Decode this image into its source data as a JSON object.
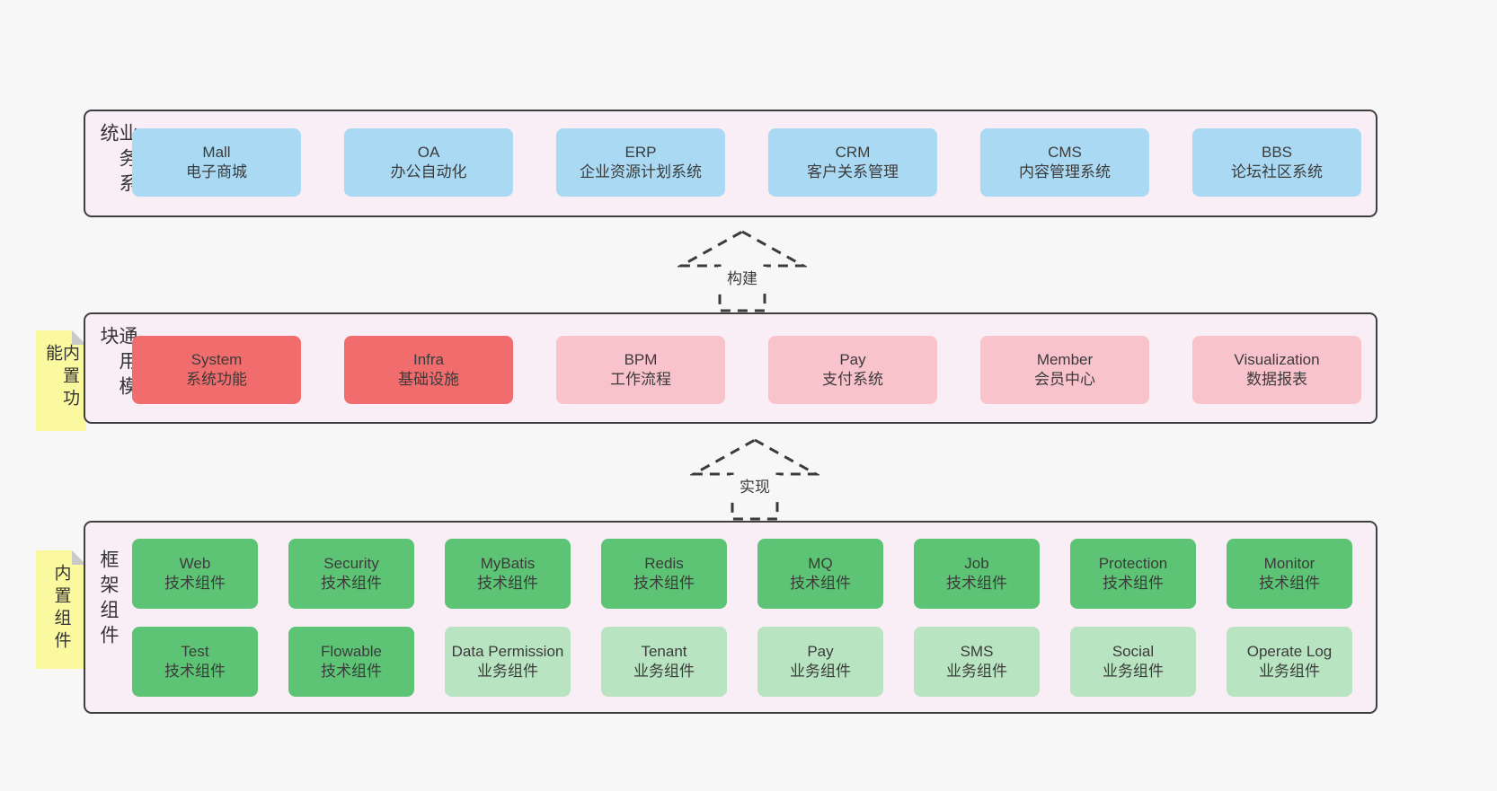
{
  "colors": {
    "page_bg": "#f7f7f7",
    "layer_bg": "#f9edf6",
    "layer_border": "#3f3f3f",
    "blue_box": "#a9d9f3",
    "red_box": "#f16c6c",
    "pink_box": "#f9c3cc",
    "green_box": "#5ec475",
    "light_green_box": "#b9e4c1",
    "tag_yellow": "#fbf99f",
    "tag_fold_gray": "#c9c9c9",
    "text": "#3b3b3b"
  },
  "layers": [
    {
      "label": "业务系统",
      "boxes": [
        {
          "title": "Mall",
          "subtitle": "电子商城"
        },
        {
          "title": "OA",
          "subtitle": "办公自动化"
        },
        {
          "title": "ERP",
          "subtitle": "企业资源计划系统"
        },
        {
          "title": "CRM",
          "subtitle": "客户关系管理"
        },
        {
          "title": "CMS",
          "subtitle": "内容管理系统"
        },
        {
          "title": "BBS",
          "subtitle": "论坛社区系统"
        }
      ]
    },
    {
      "label": "通用模块",
      "tag": "内置功能",
      "boxes": [
        {
          "title": "System",
          "subtitle": "系统功能"
        },
        {
          "title": "Infra",
          "subtitle": "基础设施"
        },
        {
          "title": "BPM",
          "subtitle": "工作流程"
        },
        {
          "title": "Pay",
          "subtitle": "支付系统"
        },
        {
          "title": "Member",
          "subtitle": "会员中心"
        },
        {
          "title": "Visualization",
          "subtitle": "数据报表"
        }
      ]
    },
    {
      "label": "框架组件",
      "tag": "内置组件",
      "boxes": [
        {
          "title": "Web",
          "subtitle": "技术组件"
        },
        {
          "title": "Security",
          "subtitle": "技术组件"
        },
        {
          "title": "MyBatis",
          "subtitle": "技术组件"
        },
        {
          "title": "Redis",
          "subtitle": "技术组件"
        },
        {
          "title": "MQ",
          "subtitle": "技术组件"
        },
        {
          "title": "Job",
          "subtitle": "技术组件"
        },
        {
          "title": "Protection",
          "subtitle": "技术组件"
        },
        {
          "title": "Monitor",
          "subtitle": "技术组件"
        },
        {
          "title": "Test",
          "subtitle": "技术组件"
        },
        {
          "title": "Flowable",
          "subtitle": "技术组件"
        },
        {
          "title": "Data Permission",
          "subtitle": "业务组件"
        },
        {
          "title": "Tenant",
          "subtitle": "业务组件"
        },
        {
          "title": "Pay",
          "subtitle": "业务组件"
        },
        {
          "title": "SMS",
          "subtitle": "业务组件"
        },
        {
          "title": "Social",
          "subtitle": "业务组件"
        },
        {
          "title": "Operate Log",
          "subtitle": "业务组件"
        }
      ]
    }
  ],
  "arrows": [
    {
      "label": "构建"
    },
    {
      "label": "实现"
    }
  ]
}
